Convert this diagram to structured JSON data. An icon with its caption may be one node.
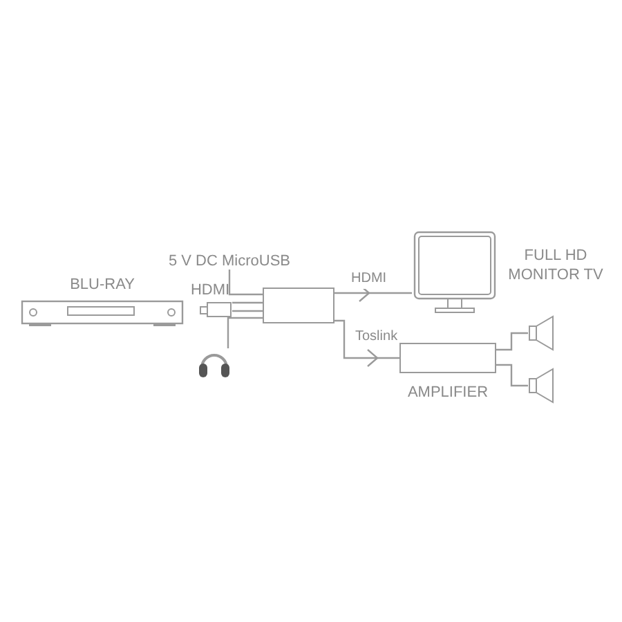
{
  "diagram": {
    "nodes": [
      {
        "text": [
          "BLU-RAY"
        ]
      },
      {
        "text": [
          "HDMI"
        ]
      },
      {
        "text": [
          "5 V DC MicroUSB"
        ]
      },
      {
        "text": [],
        "shape": "box"
      },
      {
        "text": [],
        "shape": "picture"
      },
      {
        "text": [
          "FULL HD MONITOR TV"
        ]
      },
      {
        "text": [
          "AMPLIFIER"
        ]
      },
      {
        "text": [],
        "shape": "speaker"
      },
      {
        "text": [],
        "shape": "speaker"
      }
    ],
    "edges": [
      {
        "from": 1,
        "to": 3,
        "arrow": "none"
      },
      {
        "from": 2,
        "to": 3,
        "arrow": "none"
      },
      {
        "from": 3,
        "to": 4,
        "arrow": "none"
      },
      {
        "from": 3,
        "to": 5,
        "arrow": "to",
        "label": "HDMI"
      },
      {
        "from": 3,
        "to": 6,
        "arrow": "to",
        "label": "Toslink"
      },
      {
        "from": 6,
        "to": 7,
        "arrow": "none"
      },
      {
        "from": 6,
        "to": 8,
        "arrow": "none"
      }
    ]
  }
}
